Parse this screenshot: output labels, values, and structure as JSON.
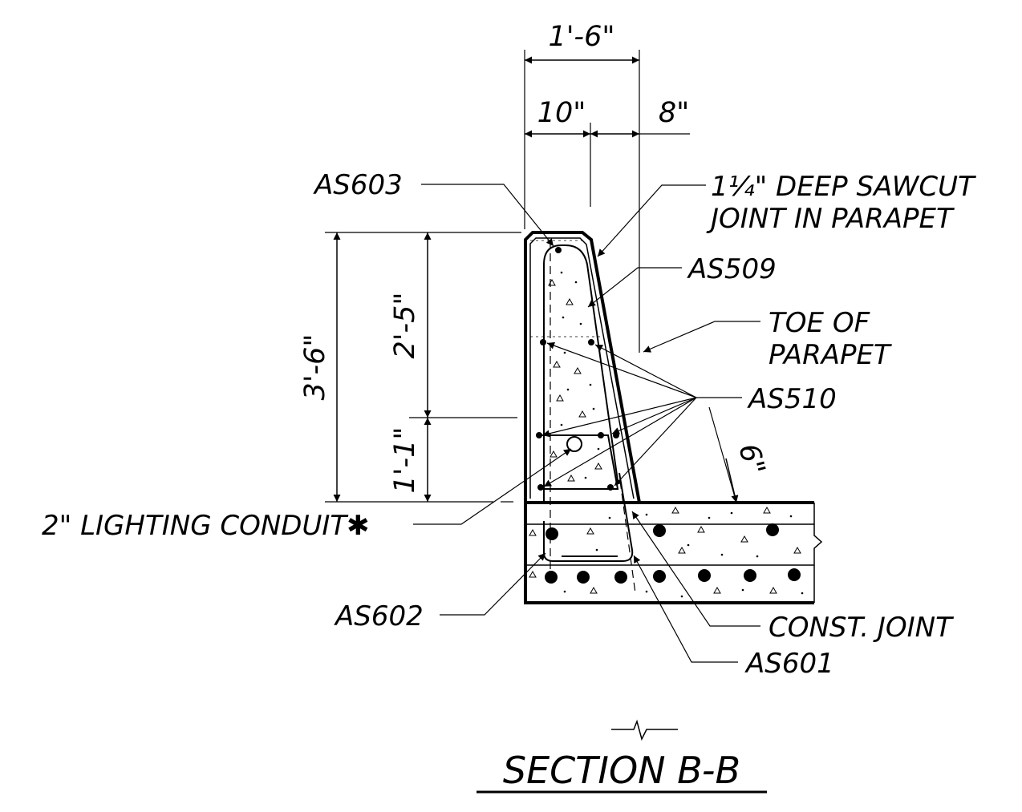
{
  "dimensions": {
    "overall_width": "1'-6\"",
    "top_width": "10\"",
    "toe_offset": "8\"",
    "total_height": "3'-6\"",
    "upper_height": "2'-5\"",
    "lower_height": "1'-1\"",
    "slab_offset": "6\""
  },
  "labels": {
    "as603": "AS603",
    "sawcut_line1": "1¼\" DEEP SAWCUT",
    "sawcut_line2": "JOINT IN PARAPET",
    "as509": "AS509",
    "toe_line1": "TOE OF",
    "toe_line2": "PARAPET",
    "as510": "AS510",
    "conduit": "2\" LIGHTING CONDUIT✱",
    "as602": "AS602",
    "const_joint": "CONST. JOINT",
    "as601": "AS601"
  },
  "title": "SECTION B-B"
}
